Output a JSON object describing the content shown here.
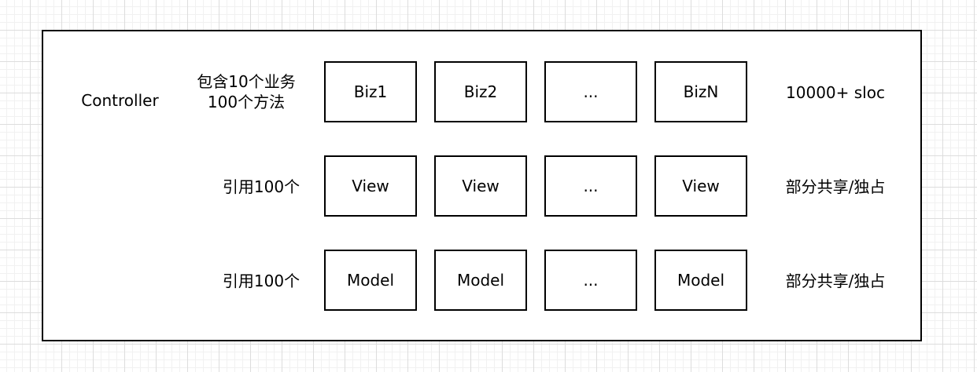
{
  "left_labels": {
    "controller": "Controller"
  },
  "rows": [
    {
      "note": "包含10个业务\n100个方法",
      "boxes": [
        "Biz1",
        "Biz2",
        "...",
        "BizN"
      ],
      "right": "10000+ sloc"
    },
    {
      "note": "引用100个",
      "boxes": [
        "View",
        "View",
        "...",
        "View"
      ],
      "right": "部分共享/独占"
    },
    {
      "note": "引用100个",
      "boxes": [
        "Model",
        "Model",
        "...",
        "Model"
      ],
      "right": "部分共享/独占"
    }
  ],
  "colors": {
    "stroke": "#000000",
    "background": "#ffffff",
    "grid": "#dddddd"
  }
}
